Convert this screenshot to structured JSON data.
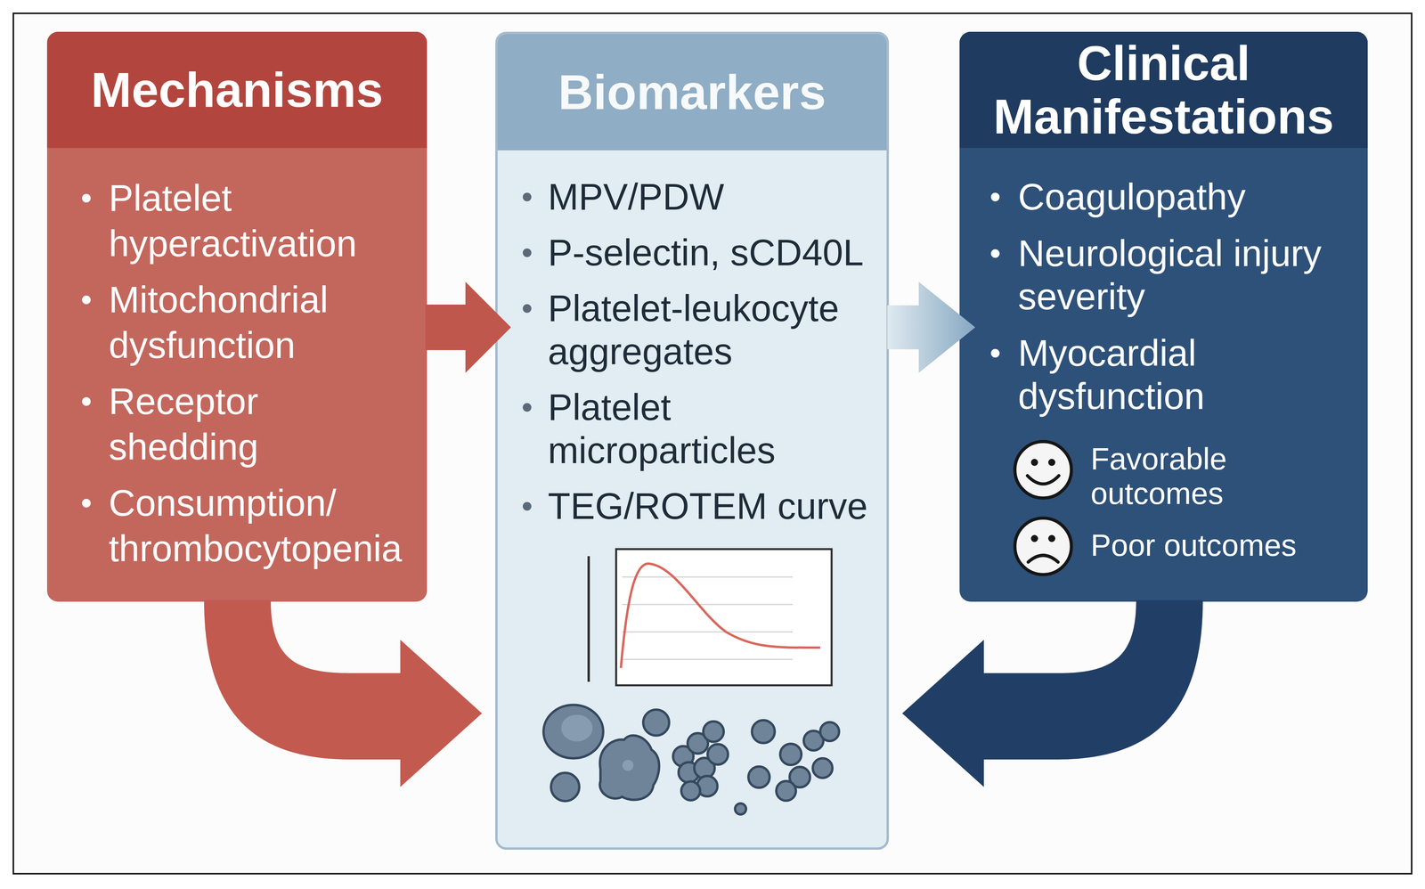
{
  "diagram": {
    "nodes": [
      {
        "text": [
          "Mechanisms",
          "Platelet hyperactivation",
          "Mitochondrial dysfunction",
          "Receptor shedding",
          "Consumption/ thrombocytopenia"
        ]
      },
      {
        "text": [
          "Biomarkers",
          "MPV/PDW",
          "P-selectin, sCD40L",
          "Platelet-leukocyte aggregates",
          "Platelet microparticles",
          "TEG/ROTEM curve"
        ]
      },
      {
        "text": [
          "Clinical Manifestations",
          "Coagulopathy",
          "Neurological injury severity",
          "Myocardial dysfunction"
        ]
      }
    ],
    "edges": [
      {
        "from": 0,
        "to": 1,
        "arrow": "to"
      },
      {
        "from": 0,
        "to": 1,
        "arrow": "to"
      },
      {
        "from": 1,
        "to": 2,
        "arrow": "to"
      },
      {
        "from": 2,
        "to": 1,
        "arrow": "to"
      }
    ],
    "legend": [
      {
        "text": "Favorable outcomes"
      },
      {
        "text": "Poor outcomes"
      }
    ]
  }
}
